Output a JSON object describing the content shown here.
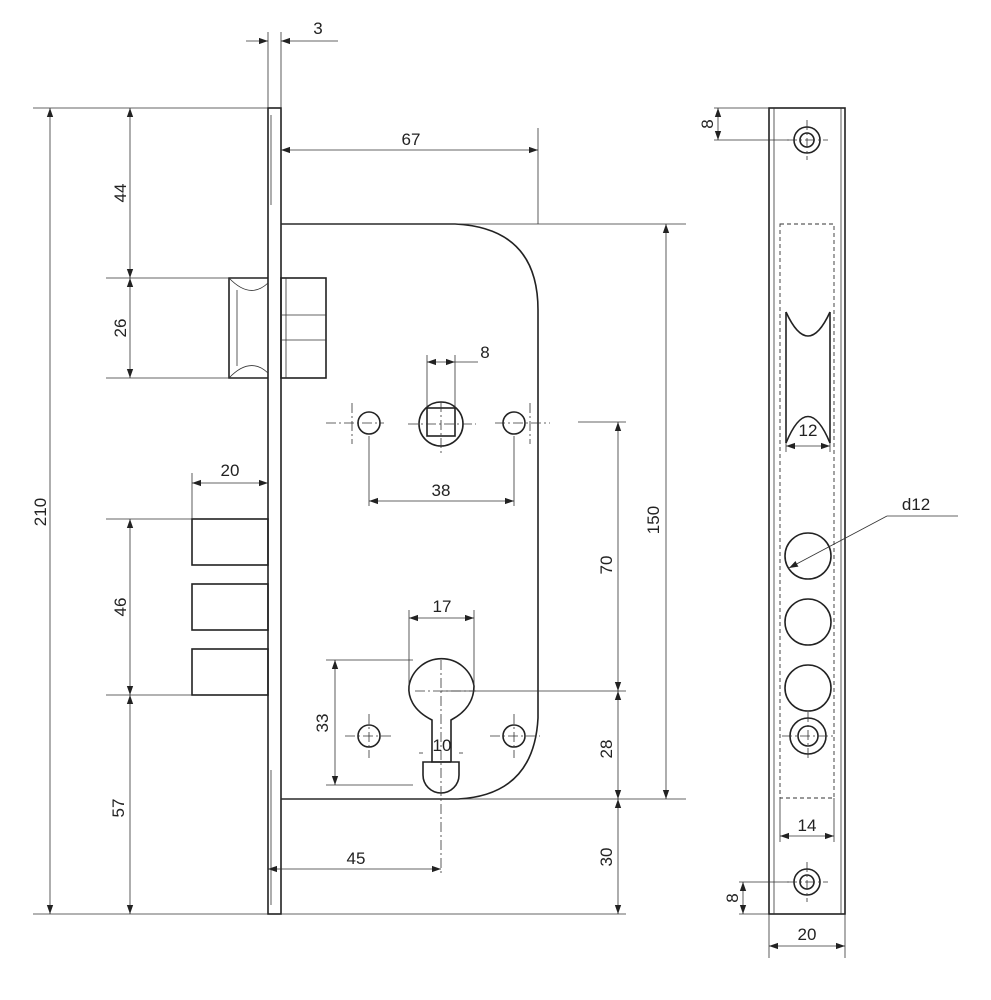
{
  "colors": {
    "ink": "#222222",
    "background": "#ffffff"
  },
  "dimensions": {
    "plate_thickness": "3",
    "backset_depth": "67",
    "latch_offset_top": "44",
    "latch_height": "26",
    "spindle_size": "8",
    "fixing_hole_spacing": "38",
    "deadbolt_projection": "20",
    "deadbolt_span": "46",
    "cylinder_width": "17",
    "spindle_to_cylinder": "70",
    "overall_height": "210",
    "case_height": "150",
    "cylinder_upper_height": "33",
    "cylinder_lower_width": "10",
    "cylinder_to_case_bottom": "28",
    "cylinder_offset_bottom": "57",
    "backset": "45",
    "case_to_plate_bottom": "30",
    "faceplate_screw_offset_top": "8",
    "latch_slot_width": "12",
    "bolt_hole_diameter": "d12",
    "bolt_slot_width": "14",
    "faceplate_screw_offset_bottom": "8",
    "faceplate_width": "20"
  }
}
